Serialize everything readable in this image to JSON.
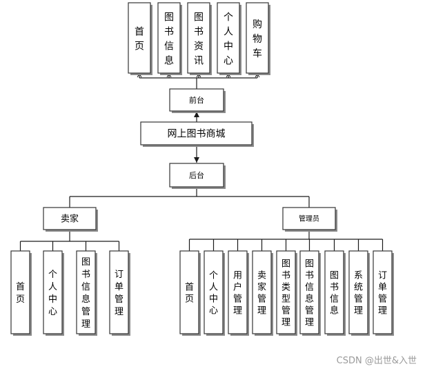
{
  "top_nodes": [
    "首页",
    "图书信息",
    "图书资讯",
    "个人中心",
    "购物车"
  ],
  "front": "前台",
  "root": "网上图书商城",
  "back": "后台",
  "seller": "卖家",
  "admin": "管理员",
  "seller_nodes": [
    "首页",
    "个人中心",
    "图书信息管理",
    "订单管理"
  ],
  "admin_nodes": [
    "首页",
    "个人中心",
    "用户管理",
    "卖家管理",
    "图书类型管理",
    "图书信息管理",
    "图书信息",
    "系统管理",
    "订单管理"
  ],
  "watermark": "CSDN @出世&入世"
}
